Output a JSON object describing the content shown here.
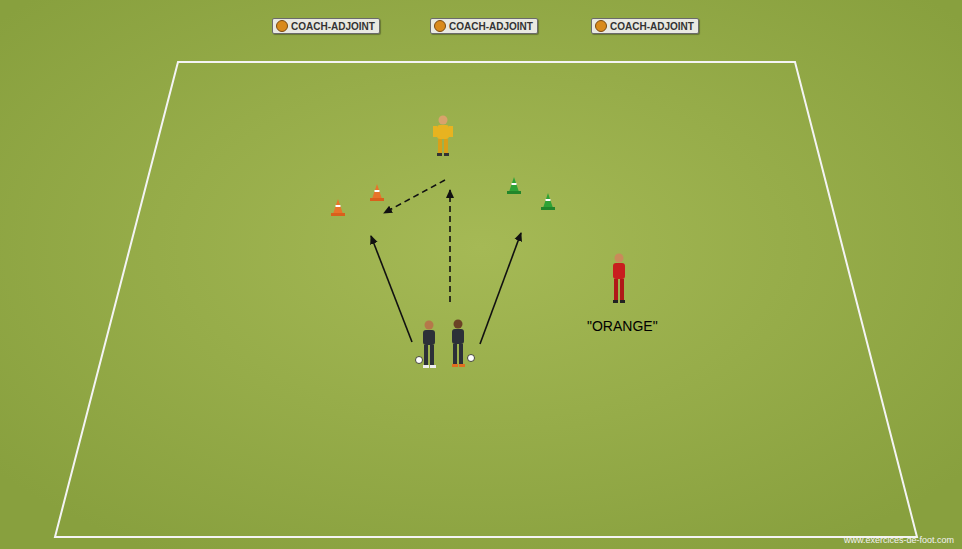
{
  "diagram": {
    "labels": [
      "COACH-ADJOINT",
      "COACH-ADJOINT",
      "COACH-ADJOINT",
      "\"ORANGE\"",
      "www.exercices-de-foot.com"
    ]
  }
}
